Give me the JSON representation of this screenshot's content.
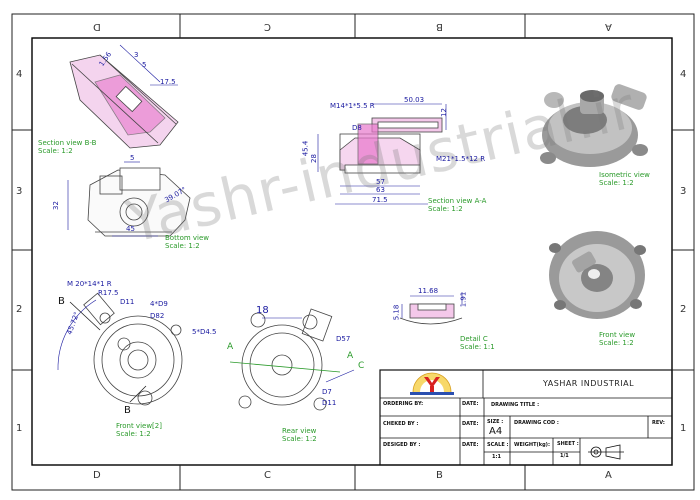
{
  "zones": {
    "columns": [
      "D",
      "C",
      "B",
      "A"
    ],
    "rows": [
      "4",
      "3",
      "2",
      "1"
    ]
  },
  "views": {
    "section_bb": {
      "title": "Section view B-B",
      "scale": "Scale:  1:2"
    },
    "section_aa": {
      "title": "Section view A-A",
      "scale": "Scale:  1:2"
    },
    "isometric": {
      "title": "Isometric view",
      "scale": "Scale:  1:2"
    },
    "bottom": {
      "title": "Bottom view",
      "scale": "Scale:  1:2"
    },
    "front2": {
      "title": "Front view[2]",
      "scale": "Scale:  1:2"
    },
    "rear": {
      "title": "Rear view",
      "scale": "Scale:  1:2"
    },
    "detail_c": {
      "title": "Detail C",
      "scale": "Scale:  1:1"
    },
    "front": {
      "title": "Front view",
      "scale": "Scale:  1:2"
    }
  },
  "dimensions": {
    "bb_17_5": "17.5",
    "bb_156": "1.56",
    "bb_3": "3",
    "bb_5": "5",
    "aa_m14": "M14*1*5.5 R",
    "aa_5003": "50.03",
    "aa_d8": "D8",
    "aa_12": "12",
    "aa_454": "45.4",
    "aa_28": "28",
    "aa_m21": "M21*1.5*12 R",
    "aa_57": "57",
    "aa_63": "63",
    "aa_715": "71.5",
    "bot_5": "5",
    "bot_32": "32",
    "bot_3907": "39.07°",
    "bot_45": "45",
    "fr_m20": "M 20*14*1 R",
    "fr_r175": "R17.5",
    "fr_b": "B",
    "fr_d11": "D11",
    "fr_d9": "4*D9",
    "fr_d82": "D82",
    "fr_4572": "45.72°",
    "fr_545": "5*D4.5",
    "rr_18": "18",
    "rr_a": "A",
    "rr_d57": "D57",
    "rr_c": "C",
    "rr_d7": "D7",
    "rr_d11": "D11",
    "dc_1168": "11.68",
    "dc_191": "1.91",
    "dc_518": "5.18"
  },
  "watermark": "Yashr-industrial.ir",
  "title_block": {
    "company": "YASHAR INDUSTRIAL",
    "ordering_by": "ORDERING  BY:",
    "date": "DATE:",
    "drawing_title": "DRAWING TITLE :",
    "cheked_by": "CHEKED BY :",
    "size": "SIZE :",
    "size_value": "A4",
    "drawing_cod": "DRAWING COD :",
    "rev": "REV:",
    "desiged_by": "DESIGED BY :",
    "scale": "SCALE :",
    "scale_value": "1:1",
    "weight": "WEIGHT(kg):",
    "sheet": "SHEET :",
    "sheet_value": "1/1"
  },
  "colors": {
    "dimension": "#1a1aa0",
    "label": "#2a9a2a",
    "hatch": "#e060c0",
    "part": "#444444"
  }
}
